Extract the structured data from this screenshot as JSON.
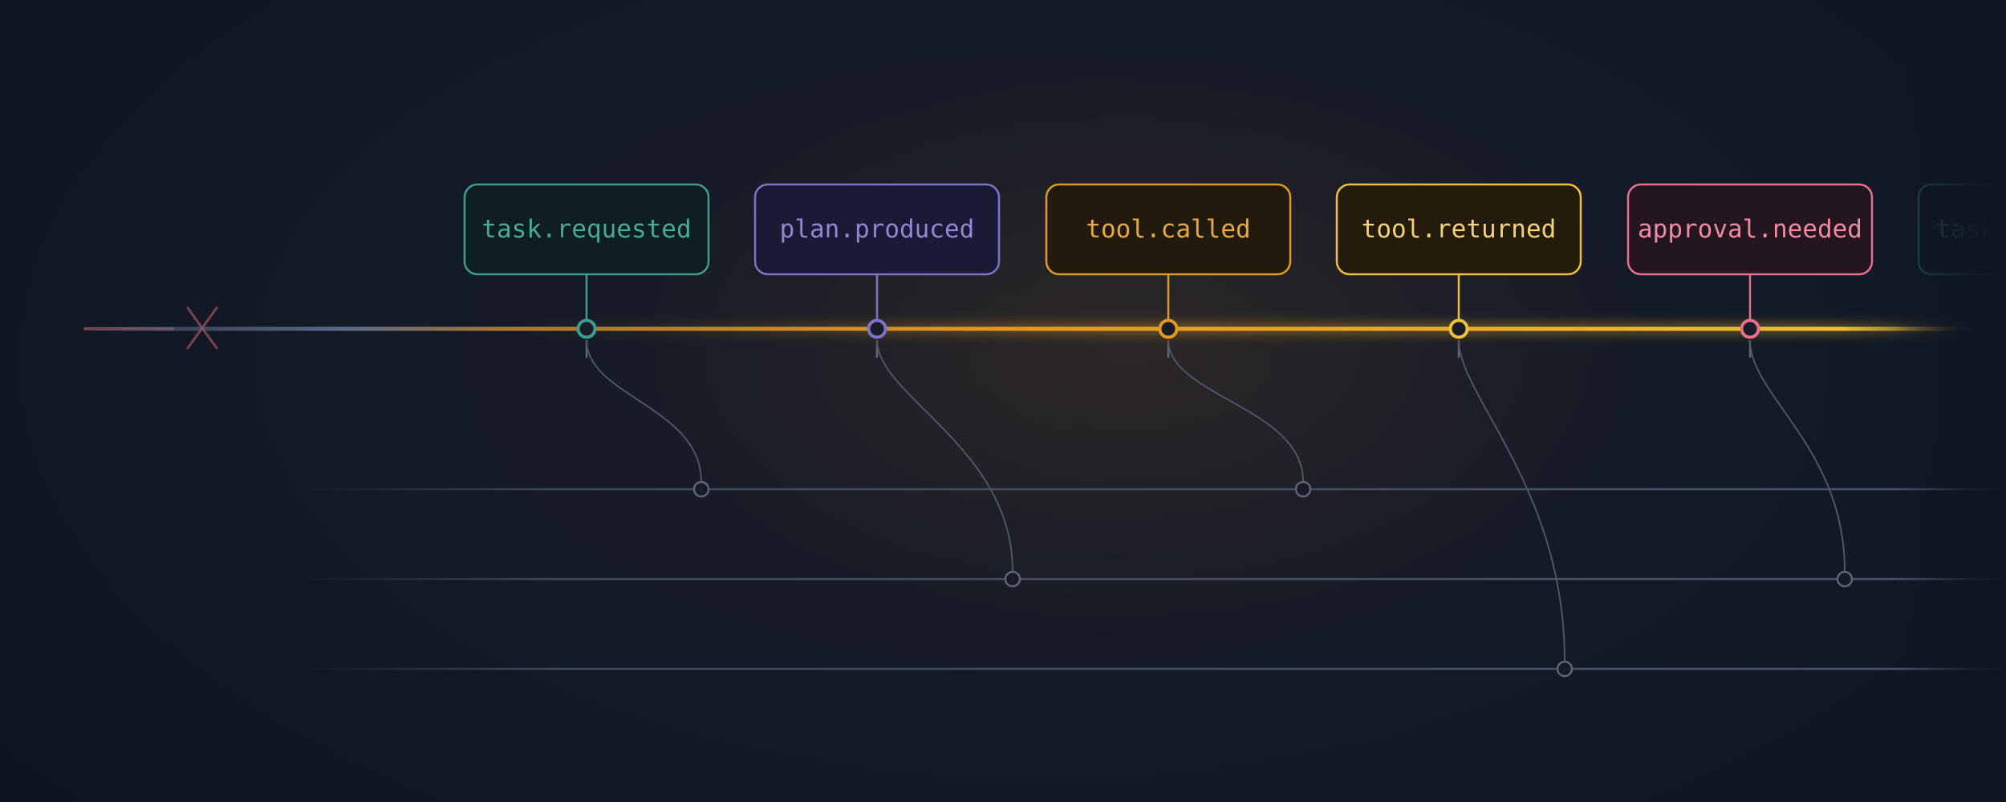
{
  "events": [
    {
      "label": "task.requested",
      "color": "#3b9e8c",
      "fill": "#0f1e22",
      "textColor": "#4aa896",
      "lane": 0
    },
    {
      "label": "plan.produced",
      "color": "#7b74c9",
      "fill": "#181a36",
      "textColor": "#8e89d2",
      "lane": 1
    },
    {
      "label": "tool.called",
      "color": "#e09a22",
      "fill": "#231a0e",
      "textColor": "#e7aa40",
      "lane": 0
    },
    {
      "label": "tool.returned",
      "color": "#f1c03a",
      "fill": "#231b0c",
      "textColor": "#f5d27a",
      "lane": 2
    },
    {
      "label": "approval.needed",
      "color": "#e8708c",
      "fill": "#241620",
      "textColor": "#ef8aa2",
      "lane": 1
    },
    {
      "label": "task.requested",
      "color": "#245e55",
      "fill": "#0f1c21",
      "textColor": "#2b5a54",
      "lane": null
    }
  ],
  "lanes": [
    {
      "id": "lane-1"
    },
    {
      "id": "lane-2"
    },
    {
      "id": "lane-3"
    }
  ],
  "theme": {
    "line": "#e39a1e",
    "laneLine": "#4b5567",
    "terminated": "#8a4654"
  }
}
